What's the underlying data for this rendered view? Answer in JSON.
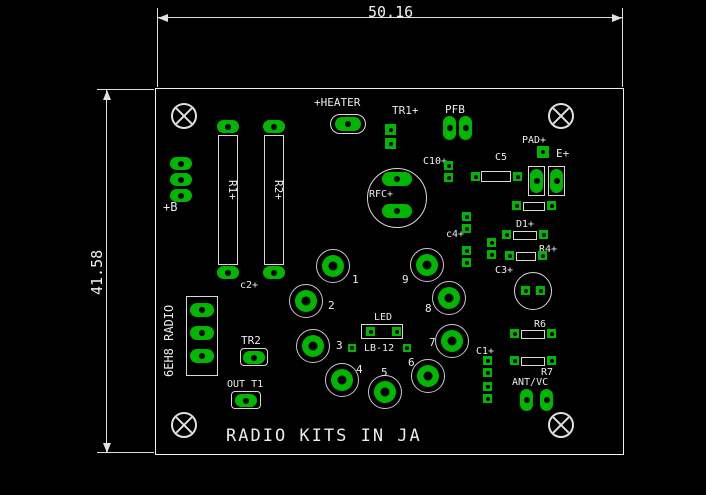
{
  "colors": {
    "background": "#000000",
    "pad_green": "#00b600",
    "silkscreen": "#ececec",
    "outline": "#d8d8d8"
  },
  "dimensions": {
    "width": "50.16",
    "height": "41.58"
  },
  "silkscreen": {
    "footer": "RADIO KITS IN JA",
    "side_title": "6EH8 RADIO",
    "b_plus": "+B",
    "heater": "+HEATER",
    "tr1": "TR1+",
    "pfb": "PFB",
    "pad": "PAD+",
    "e": "E+",
    "r1": "R1+",
    "r2": "R2+",
    "rfc": "RFC+",
    "c10": "C10+",
    "c5": "C5",
    "c2": "c2+",
    "c4": "c4+",
    "d1": "D1+",
    "r4": "R4+",
    "c3": "C3+",
    "r6": "R6",
    "r7": "R7",
    "ant_vc": "ANT/VC",
    "c1": "C1+",
    "led": "LED",
    "lb12": "LB-12",
    "tr2": "TR2",
    "out_t1": "OUT T1"
  },
  "socket": {
    "pins": [
      "1",
      "2",
      "3",
      "4",
      "5",
      "6",
      "7",
      "8",
      "9"
    ]
  }
}
